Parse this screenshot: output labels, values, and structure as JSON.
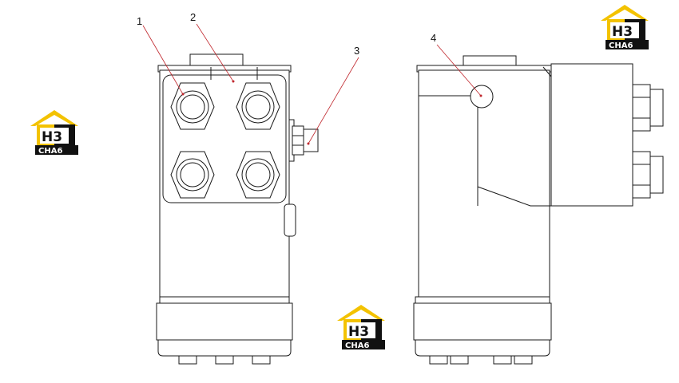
{
  "callouts": [
    {
      "id": "1",
      "label": "1"
    },
    {
      "id": "2",
      "label": "2"
    },
    {
      "id": "3",
      "label": "3"
    },
    {
      "id": "4",
      "label": "4"
    }
  ],
  "watermark": {
    "mark": "H3",
    "text": "CHA6",
    "colors": {
      "roof": "#f3c200",
      "body": "#111111",
      "text": "#ffffff"
    }
  },
  "colors": {
    "leader": "#c0272d",
    "line": "#1a1a1a"
  }
}
